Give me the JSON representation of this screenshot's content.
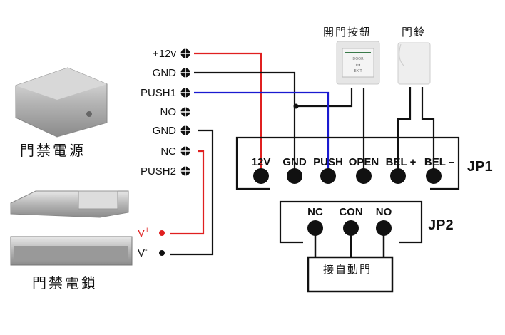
{
  "colors": {
    "red": "#e02020",
    "blue": "#1a1ad0",
    "black": "#111111"
  },
  "controller_terminals": [
    "+12v",
    "GND",
    "PUSH1",
    "NO",
    "GND",
    "NC",
    "PUSH2"
  ],
  "lock_terminals": {
    "vplus": "V",
    "vplus_sup": "+",
    "vminus": "V",
    "vminus_sup": "-"
  },
  "devices": {
    "power_supply": "門禁電源",
    "lock": "門禁電鎖",
    "exit_button": "開門按鈕",
    "bell": "門鈴",
    "auto_door": "接自動門"
  },
  "exit_button_text": {
    "top": "DOOR",
    "bottom": "EXIT"
  },
  "jp1": {
    "label": "JP1",
    "pins": [
      "12V",
      "GND",
      "PUSH",
      "OPEN",
      "BEL +",
      "BEL –"
    ]
  },
  "jp2": {
    "label": "JP2",
    "pins": [
      "NC",
      "CON",
      "NO"
    ]
  }
}
